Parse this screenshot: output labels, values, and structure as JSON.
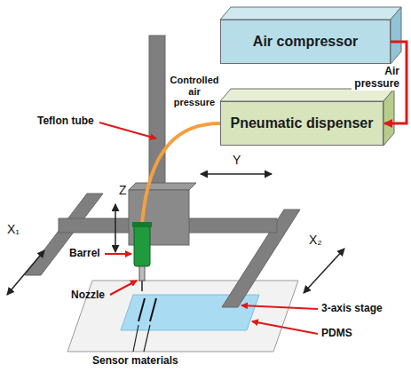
{
  "diagram": {
    "nodes": [
      {
        "text": [
          "Air compressor"
        ]
      },
      {
        "text": [
          "Pneumatic dispenser"
        ]
      }
    ],
    "edges": [
      {
        "from": 0,
        "to": 1,
        "label": "Air pressure",
        "arrow": "to"
      }
    ],
    "labels": [
      "Controlled air pressure",
      "Teflon tube",
      "Y",
      "Z",
      "X₁",
      "Barrel",
      "X₂",
      "Nozzle",
      "3-axis stage",
      "PDMS",
      "Sensor materials"
    ]
  }
}
